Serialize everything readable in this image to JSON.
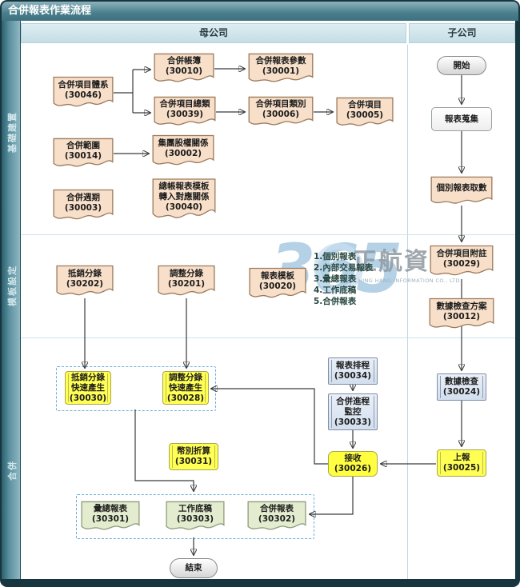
{
  "title": "合併報表作業流程",
  "columns": {
    "parent": "母公司",
    "child": "子公司"
  },
  "bands": {
    "b1": "基礎建置",
    "b2": "模板設定",
    "b3": "合併"
  },
  "watermark": {
    "number": "365",
    "brand": "正航資訊",
    "tagline": "CHING HANG INFORMATION CO., LTD"
  },
  "colors": {
    "titlebar_teal": "#497e8c",
    "doc_fill": "#f7dfc9",
    "yellow_fill": "#ffff54",
    "blue_fill": "#dde7f2",
    "green_fill": "#e3ecce",
    "dashed_border": "#6fb0dc"
  },
  "terminals": {
    "start": "開始",
    "end": "結束"
  },
  "nodes": {
    "n30046": [
      "合併項目體系",
      "(30046)"
    ],
    "n30010": [
      "合併帳簿",
      "(30010)"
    ],
    "n30001": [
      "合併報表參數",
      "(30001)"
    ],
    "n30039": [
      "合併項目總類",
      "(30039)"
    ],
    "n30006": [
      "合併項目類別",
      "(30006)"
    ],
    "n30005": [
      "合併項目",
      "(30005)"
    ],
    "n30014": [
      "合併範圍",
      "(30014)"
    ],
    "n30002": [
      "集團股權關係",
      "(30002)"
    ],
    "n30003": [
      "合併週期",
      "(30003)"
    ],
    "n30040": [
      "總帳報表模板",
      "轉入對應關係",
      "(30040)"
    ],
    "collect": [
      "報表蒐集"
    ],
    "fetch": [
      "個別報表取數"
    ],
    "n30029": [
      "合併項目附註",
      "(30029)"
    ],
    "n30012": [
      "數據檢查方案",
      "(30012)"
    ],
    "n30202": [
      "抵銷分錄",
      "(30202)"
    ],
    "n30201": [
      "調整分錄",
      "(30201)"
    ],
    "n30020": [
      "報表模板",
      "(30020)"
    ],
    "n30030": [
      "抵銷分錄",
      "快速產生",
      "(30030)"
    ],
    "n30028": [
      "調整分錄",
      "快速產生",
      "(30028)"
    ],
    "n30034": [
      "報表排程",
      "(30034)"
    ],
    "n30033": [
      "合併進程",
      "監控",
      "(30033)"
    ],
    "n30024": [
      "數據檢查",
      "(30024)"
    ],
    "n30031": [
      "幣別折算",
      "(30031)"
    ],
    "n30026": [
      "接收",
      "(30026)"
    ],
    "n30025": [
      "上報",
      "(30025)"
    ],
    "n30301": [
      "彙總報表",
      "(30301)"
    ],
    "n30303": [
      "工作底稿",
      "(30303)"
    ],
    "n30302": [
      "合併報表",
      "(30302)"
    ]
  },
  "report_list": [
    "1.個別報表",
    "2.內部交易報表",
    "3.彙總報表",
    "4.工作底稿",
    "5.合併報表"
  ]
}
